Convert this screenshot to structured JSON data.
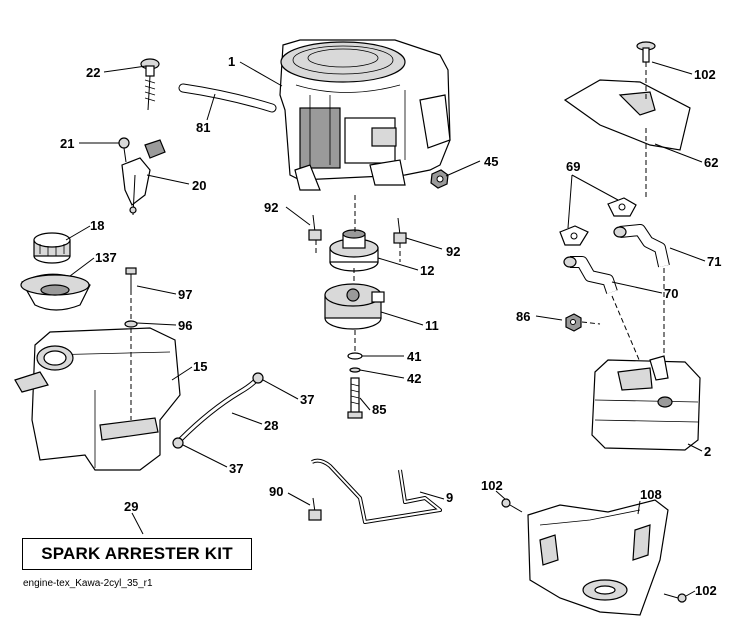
{
  "labels": {
    "l1": "1",
    "l81": "81",
    "l22": "22",
    "l21": "21",
    "l20": "20",
    "l45": "45",
    "l92a": "92",
    "l92b": "92",
    "l12": "12",
    "l18": "18",
    "l137": "137",
    "l97": "97",
    "l96": "96",
    "l15": "15",
    "l11": "11",
    "l41": "41",
    "l42": "42",
    "l85": "85",
    "l37a": "37",
    "l37b": "37",
    "l28": "28",
    "l29": "29",
    "l90": "90",
    "l9": "9",
    "l102a": "102",
    "l62": "62",
    "l69": "69",
    "l71": "71",
    "l70": "70",
    "l86": "86",
    "l2": "2",
    "l102b": "102",
    "l108": "108",
    "l102c": "102"
  },
  "kit_label": "SPARK ARRESTER KIT",
  "caption": "engine-tex_Kawa-2cyl_35_r1"
}
